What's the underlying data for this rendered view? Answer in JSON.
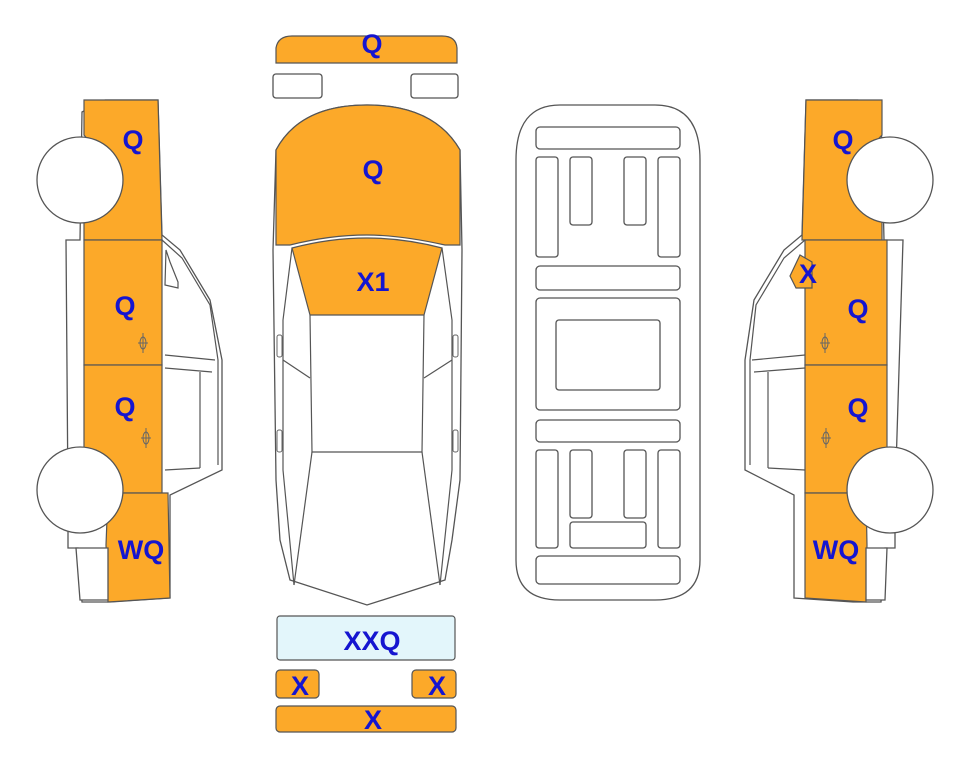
{
  "colors": {
    "damaged": "#FCA929",
    "minor": "#E3F6FB",
    "label": "#1515D0",
    "outline": "#555555"
  },
  "labels": {
    "front_bumper": "Q",
    "hood": "Q",
    "windshield": "X1",
    "rear_bumper": "XXQ",
    "rear_lamp_left": "X",
    "rear_lamp_right": "X",
    "rear_apron": "X",
    "left_front_fender": "Q",
    "left_front_door": "Q",
    "left_rear_door": "Q",
    "left_rear_quarter": "WQ",
    "right_front_fender": "Q",
    "right_mirror": "X",
    "right_front_door": "Q",
    "right_rear_door": "Q",
    "right_rear_quarter": "WQ"
  }
}
